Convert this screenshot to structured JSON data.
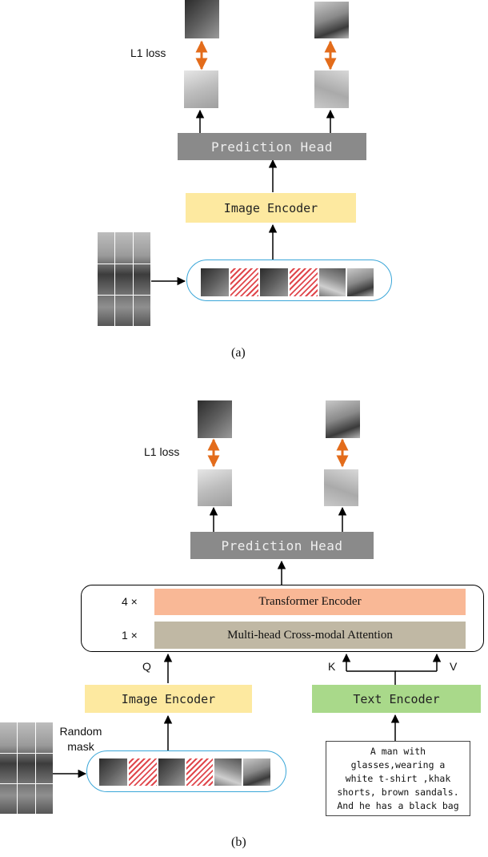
{
  "panel_a": {
    "loss_label": "L1 loss",
    "prediction_head": "Prediction Head",
    "image_encoder": "Image Encoder",
    "caption": "(a)"
  },
  "panel_b": {
    "loss_label": "L1 loss",
    "prediction_head": "Prediction Head",
    "transformer_repeat": "4 ×",
    "transformer_encoder": "Transformer Encoder",
    "cross_repeat": "1 ×",
    "cross_attention": "Multi-head Cross-modal Attention",
    "q_label": "Q",
    "k_label": "K",
    "v_label": "V",
    "image_encoder": "Image Encoder",
    "text_encoder": "Text Encoder",
    "random_mask": "Random\nmask",
    "text_input": "A man with\nglasses,wearing a\nwhite t-shirt ,khak\nshorts, brown sandals.\nAnd he has a black bag",
    "caption": "(b)"
  },
  "colors": {
    "prediction_head": "#8a8a8a",
    "image_encoder": "#fde9a0",
    "text_encoder": "#a9d98a",
    "transformer_encoder": "#f9b896",
    "cross_attention": "#c0b8a4",
    "loss_arrow": "#e36c1b",
    "token_container_border": "#3aa6d8",
    "mask_stripe": "#e0474c"
  }
}
